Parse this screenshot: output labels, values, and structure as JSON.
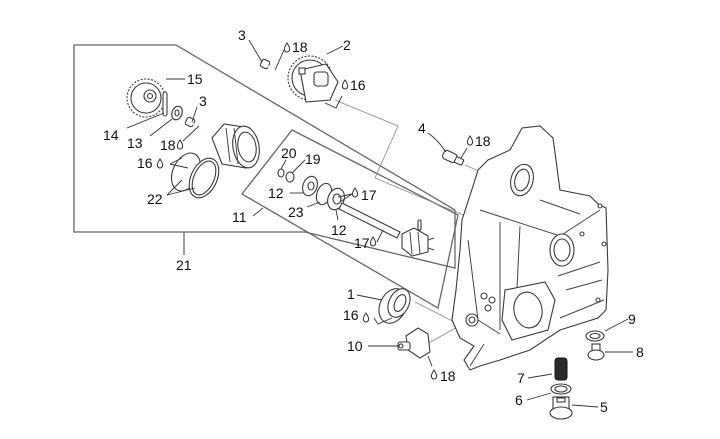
{
  "diagram": {
    "title": "Crankcase half with oil pump assembly — exploded parts view",
    "callouts": [
      {
        "id": "c1",
        "text": "1"
      },
      {
        "id": "c2",
        "text": "2"
      },
      {
        "id": "c3a",
        "text": "3"
      },
      {
        "id": "c3b",
        "text": "3"
      },
      {
        "id": "c4",
        "text": "4"
      },
      {
        "id": "c5",
        "text": "5"
      },
      {
        "id": "c6",
        "text": "6"
      },
      {
        "id": "c7",
        "text": "7"
      },
      {
        "id": "c8",
        "text": "8"
      },
      {
        "id": "c9",
        "text": "9"
      },
      {
        "id": "c10",
        "text": "10"
      },
      {
        "id": "c11",
        "text": "11"
      },
      {
        "id": "c12a",
        "text": "12"
      },
      {
        "id": "c12b",
        "text": "12"
      },
      {
        "id": "c13",
        "text": "13"
      },
      {
        "id": "c14",
        "text": "14"
      },
      {
        "id": "c15",
        "text": "15"
      },
      {
        "id": "c16a",
        "text": "16"
      },
      {
        "id": "c16b",
        "text": "16"
      },
      {
        "id": "c16c",
        "text": "16"
      },
      {
        "id": "c17a",
        "text": "17"
      },
      {
        "id": "c17b",
        "text": "17"
      },
      {
        "id": "c18a",
        "text": "18"
      },
      {
        "id": "c18b",
        "text": "18"
      },
      {
        "id": "c18c",
        "text": "18"
      },
      {
        "id": "c18d",
        "text": "18"
      },
      {
        "id": "c19",
        "text": "19"
      },
      {
        "id": "c20",
        "text": "20"
      },
      {
        "id": "c21",
        "text": "21"
      },
      {
        "id": "c22",
        "text": "22"
      },
      {
        "id": "c23",
        "text": "23"
      }
    ],
    "symbols": {
      "drop": "lubricant/threadlock drop symbol"
    }
  }
}
